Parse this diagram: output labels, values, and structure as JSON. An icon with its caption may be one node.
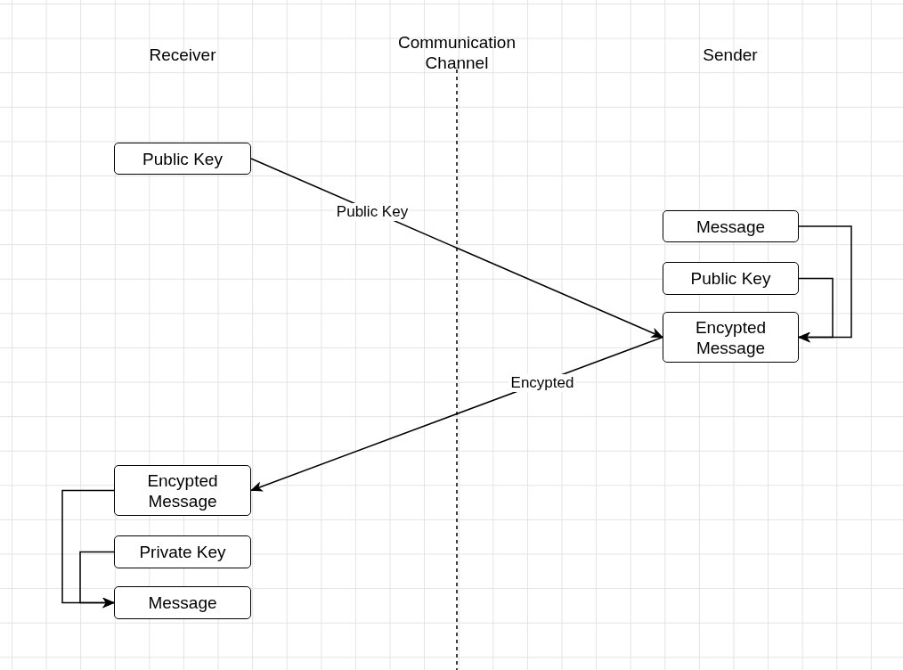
{
  "diagram": {
    "nodes": [
      {
        "text": [
          "Public Key"
        ]
      },
      {
        "text": [
          "Message"
        ]
      },
      {
        "text": [
          "Public Key"
        ]
      },
      {
        "text": [
          "Encypted Message"
        ]
      },
      {
        "text": [
          "Encypted Message"
        ]
      },
      {
        "text": [
          "Private Key"
        ]
      },
      {
        "text": [
          "Message"
        ]
      }
    ],
    "edges": [
      {
        "from": 0,
        "to": 3,
        "arrow": "to",
        "label": "Public Key"
      },
      {
        "from": 3,
        "to": 4,
        "arrow": "to",
        "label": "Encypted"
      },
      {
        "from": 1,
        "to": 3,
        "arrow": "to"
      },
      {
        "from": 2,
        "to": 3,
        "arrow": "to"
      },
      {
        "from": 4,
        "to": 6,
        "arrow": "to"
      },
      {
        "from": 5,
        "to": 6,
        "arrow": "to"
      }
    ],
    "labels": [
      "Receiver",
      "Communication Channel",
      "Sender"
    ]
  }
}
